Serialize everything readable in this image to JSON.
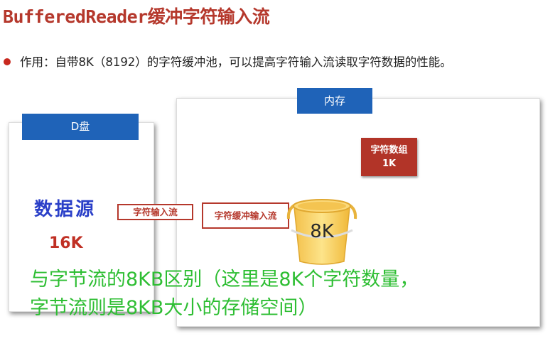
{
  "title": "BufferedReader缓冲字符输入流",
  "bullet": "作用：自带8K（8192）的字符缓冲池，可以提高字符输入流读取字符数据的性能。",
  "disk": {
    "label": "D盘",
    "source_text": "数据源",
    "source_size": "16K"
  },
  "memory": {
    "label": "内存",
    "array_line1": "字符数组",
    "array_line2": "1K"
  },
  "pipes": {
    "char_input": "字符输入流",
    "buffered_input": "字符缓冲输入流"
  },
  "bucket_label": "8K",
  "note": {
    "line1": "与字节流的8KB区别（这里是8K个字符数量，",
    "line2": "字节流则是8KB大小的存储空间）"
  },
  "colors": {
    "title": "#b5382c",
    "tag_blue": "#1f63b8",
    "tag_red": "#b23428",
    "note_green": "#2ebe33",
    "source_blue": "#2a3fc8"
  }
}
